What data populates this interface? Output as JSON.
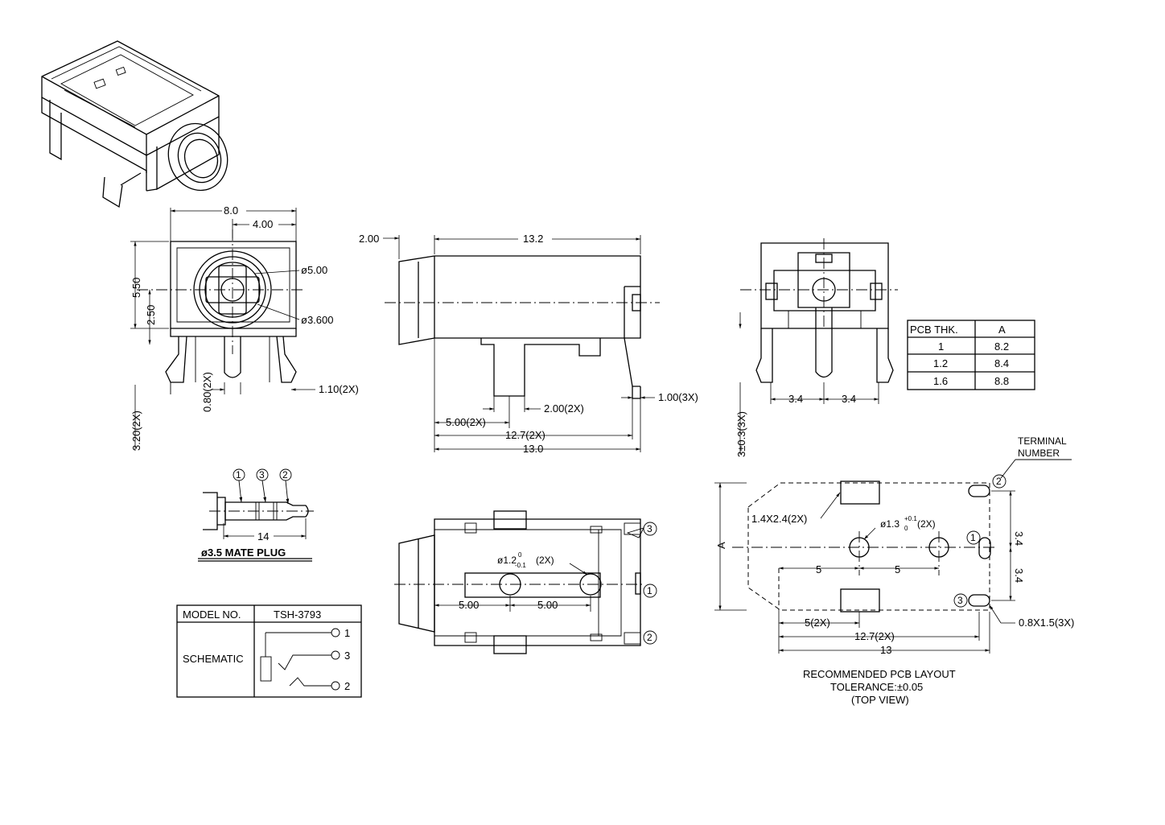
{
  "front_view": {
    "dim_width": "8.0",
    "dim_half_width": "4.00",
    "dim_height": "5.50",
    "dim_center_height": "2.50",
    "dia_outer": "ø5.00",
    "dia_inner": "ø3.600",
    "pin_width": "0.80(2X)",
    "pin_side": "1.10(2X)",
    "pin_length": "3.20(2X)"
  },
  "side_view": {
    "dim_nose": "2.00",
    "dim_body_length": "13.2",
    "dim_pin_width": "2.00(2X)",
    "dim_pin_offset": "5.00(2X)",
    "dim_tab_width": "1.00(3X)",
    "dim_pin_span": "12.7(2X)",
    "dim_total": "13.0"
  },
  "rear_view": {
    "dim_pin_len": "3±0.3(3X)",
    "dim_left_pitch": "3.4",
    "dim_right_pitch": "3.4"
  },
  "pcb_table": {
    "headers": [
      "PCB THK.",
      "A"
    ],
    "rows": [
      [
        "1",
        "8.2"
      ],
      [
        "1.2",
        "8.4"
      ],
      [
        "1.6",
        "8.8"
      ]
    ]
  },
  "mate_plug": {
    "caption": "ø3.5 MATE PLUG",
    "length": "14",
    "markers": [
      "1",
      "3",
      "2"
    ]
  },
  "bottom_view": {
    "hole_label": "ø1.2",
    "hole_tol_upper": "0",
    "hole_tol_lower": "-0.1",
    "hole_count": "(2X)",
    "dim_a": "5.00",
    "dim_b": "5.00",
    "terminals": [
      "3",
      "1",
      "2"
    ]
  },
  "pcb_layout": {
    "terminal_title_1": "TERMINAL",
    "terminal_title_2": "NUMBER",
    "dim_pad": "1.4X2.4(2X)",
    "hole_label": "ø1.3",
    "hole_tol_upper": "+0.1",
    "hole_tol_lower": "0",
    "hole_count": "(2X)",
    "dim_a": "A",
    "dim_5_left": "5",
    "dim_5_right": "5",
    "dim_5_2x": "5(2X)",
    "dim_127": "12.7(2X)",
    "dim_13": "13",
    "dim_34_top": "3.4",
    "dim_34_bottom": "3.4",
    "dim_slot": "0.8X1.5(3X)",
    "terminals": [
      "2",
      "1",
      "3"
    ],
    "caption_1": "RECOMMENDED PCB LAYOUT",
    "caption_2": "TOLERANCE:±0.05",
    "caption_3": "(TOP VIEW)"
  },
  "title_block": {
    "model_label": "MODEL NO.",
    "model_value": "TSH-3793",
    "schematic_label": "SCHEMATIC",
    "pins": [
      "1",
      "3",
      "2"
    ]
  }
}
